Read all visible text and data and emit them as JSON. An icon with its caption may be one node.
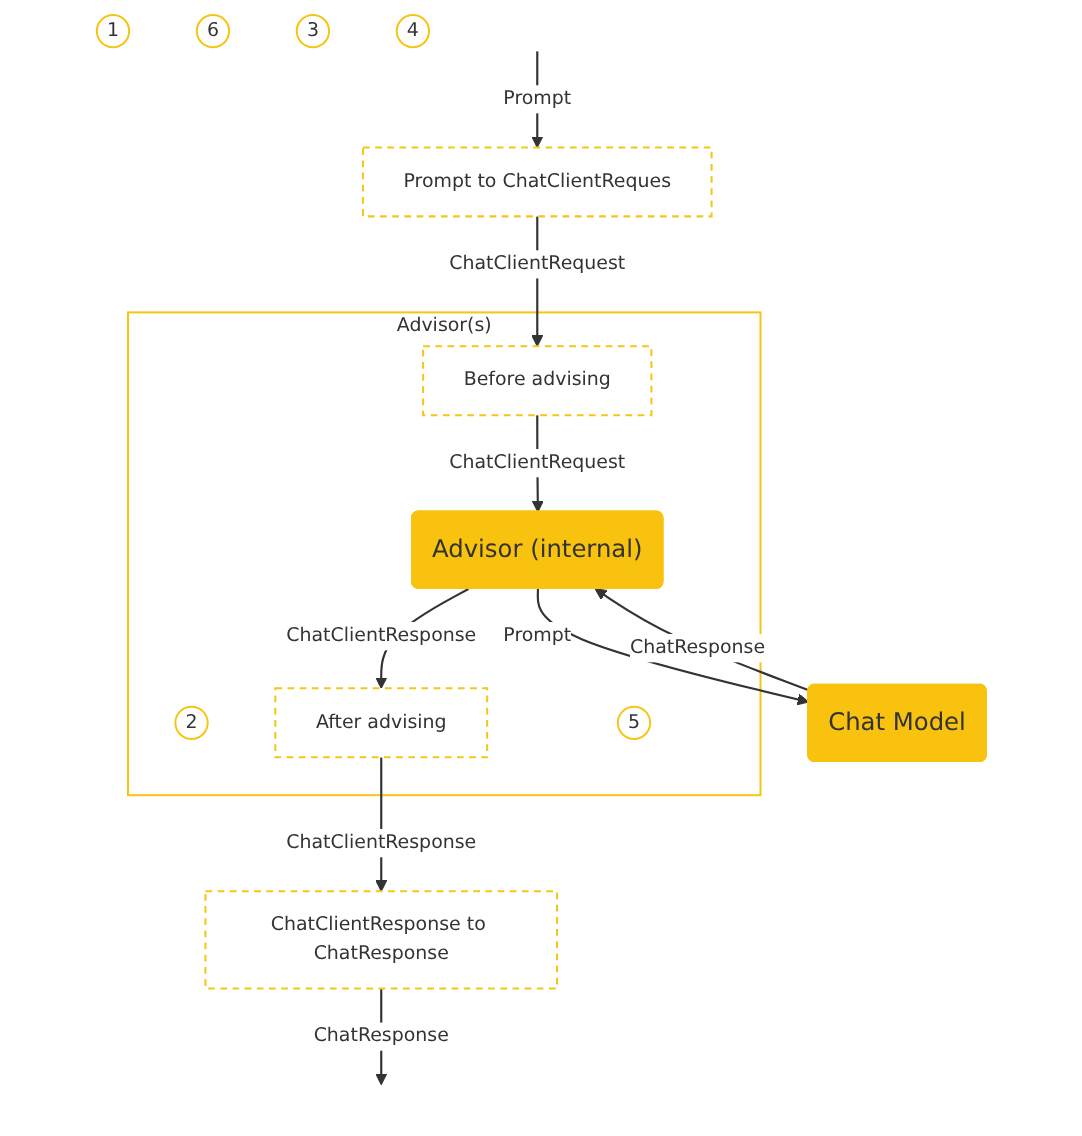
{
  "diagram": {
    "nodes": [
      {
        "text": [
          "Prompt to ChatClientReques"
        ]
      },
      {
        "text": [
          "1"
        ]
      },
      {
        "text": [
          "ChatClientResponse to ChatResponse"
        ]
      },
      {
        "text": [
          "6"
        ]
      },
      {
        "text": [
          "Advisor(s)"
        ]
      },
      {
        "text": [
          "Before advising"
        ],
        "in": 4
      },
      {
        "text": [
          "2"
        ],
        "in": 4
      },
      {
        "text": [
          "After advising"
        ],
        "in": 4
      },
      {
        "text": [
          "5"
        ],
        "in": 4
      },
      {
        "text": [
          "Advisor (internal)"
        ],
        "in": 4
      },
      {
        "text": [
          "3"
        ]
      },
      {
        "text": [
          "4"
        ]
      },
      {
        "text": [
          "Chat Model"
        ]
      }
    ],
    "edges": [
      {
        "from": null,
        "to": 0,
        "arrow": "to",
        "label": "Prompt"
      },
      {
        "from": 0,
        "to": 5,
        "arrow": "to",
        "label": "ChatClientRequest"
      },
      {
        "from": 5,
        "to": 9,
        "arrow": "to",
        "label": "ChatClientRequest"
      },
      {
        "from": 9,
        "to": 7,
        "arrow": "to",
        "label": "ChatClientResponse"
      },
      {
        "from": 7,
        "to": 2,
        "arrow": "to",
        "label": "ChatClientResponse"
      },
      {
        "from": 2,
        "to": null,
        "arrow": "to",
        "label": "ChatResponse"
      },
      {
        "from": 9,
        "to": 12,
        "arrow": "to",
        "label": "Prompt"
      },
      {
        "from": 12,
        "to": 9,
        "arrow": "to",
        "label": "ChatResponse"
      }
    ]
  }
}
